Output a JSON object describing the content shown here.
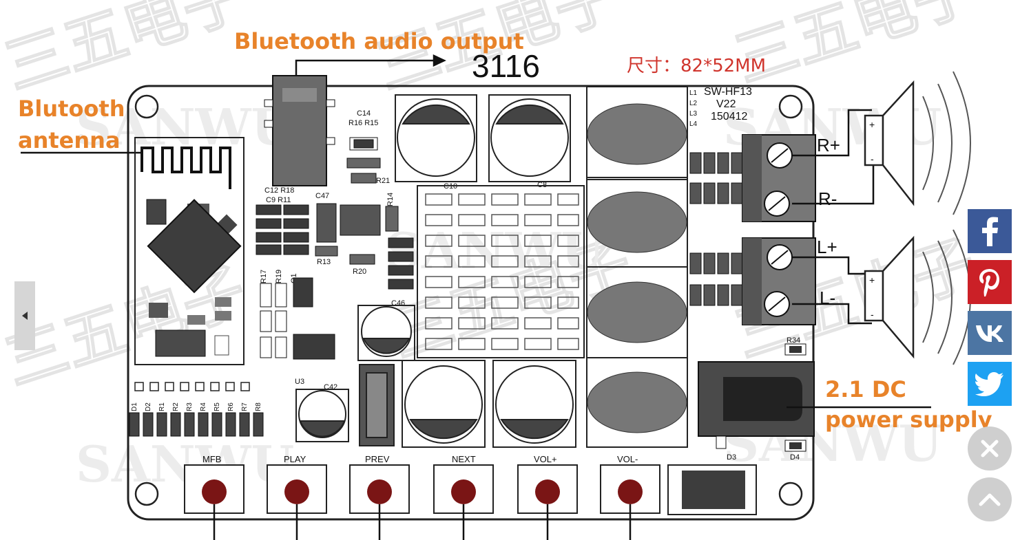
{
  "callouts": {
    "audio_output": "Bluetooth audio output",
    "antenna_line1": "Blutooth",
    "antenna_line2": "antenna",
    "power_line1": "2.1 DC",
    "power_line2": "power supply"
  },
  "board": {
    "model": "3116",
    "size_label": "尺寸：82*52MM",
    "module_name": "SW-HF13",
    "module_version": "V22",
    "module_date": "150412",
    "inductor_labels": [
      "L1",
      "L2",
      "L3",
      "L4"
    ],
    "watermark_text": "三五电子",
    "watermark_brand": "SANWU"
  },
  "component_labels": {
    "c14": "C14",
    "r16_r15": "R16 R15",
    "r21": "R21",
    "c12_r18": "C12 R18",
    "c9_r11": "C9 R11",
    "c47": "C47",
    "r14": "R14",
    "r13": "R13",
    "r20": "R20",
    "c10": "C10",
    "c8": "C8",
    "c46": "C46",
    "c42": "C42",
    "r34": "R34",
    "d3": "D3",
    "d4": "D4",
    "u3": "U3",
    "q1": "Q1",
    "r17": "R17",
    "r19": "R19"
  },
  "terminals": {
    "r_plus": "R+",
    "r_minus": "R-",
    "l_plus": "L+",
    "l_minus": "L-",
    "speaker_plus": "+",
    "speaker_minus": "-"
  },
  "led_labels": [
    "D1",
    "D2",
    "R1",
    "R2",
    "R3",
    "R4",
    "R5",
    "R6",
    "R7",
    "R8"
  ],
  "buttons": [
    {
      "label": "MFB"
    },
    {
      "label": "PLAY"
    },
    {
      "label": "PREV"
    },
    {
      "label": "NEXT"
    },
    {
      "label": "VOL+"
    },
    {
      "label": "VOL-"
    }
  ],
  "colors": {
    "callout": "#e8832a",
    "size_label": "#d0352d",
    "facebook": "#3b5998",
    "pinterest": "#cb2027",
    "vk": "#4c75a3",
    "twitter": "#1da1f2",
    "button_cap": "#7a1515"
  },
  "share_icons": [
    "facebook-icon",
    "pinterest-icon",
    "vk-icon",
    "twitter-icon"
  ],
  "controls_icons": [
    "close-icon",
    "chevron-up-icon",
    "chevron-left-icon"
  ]
}
